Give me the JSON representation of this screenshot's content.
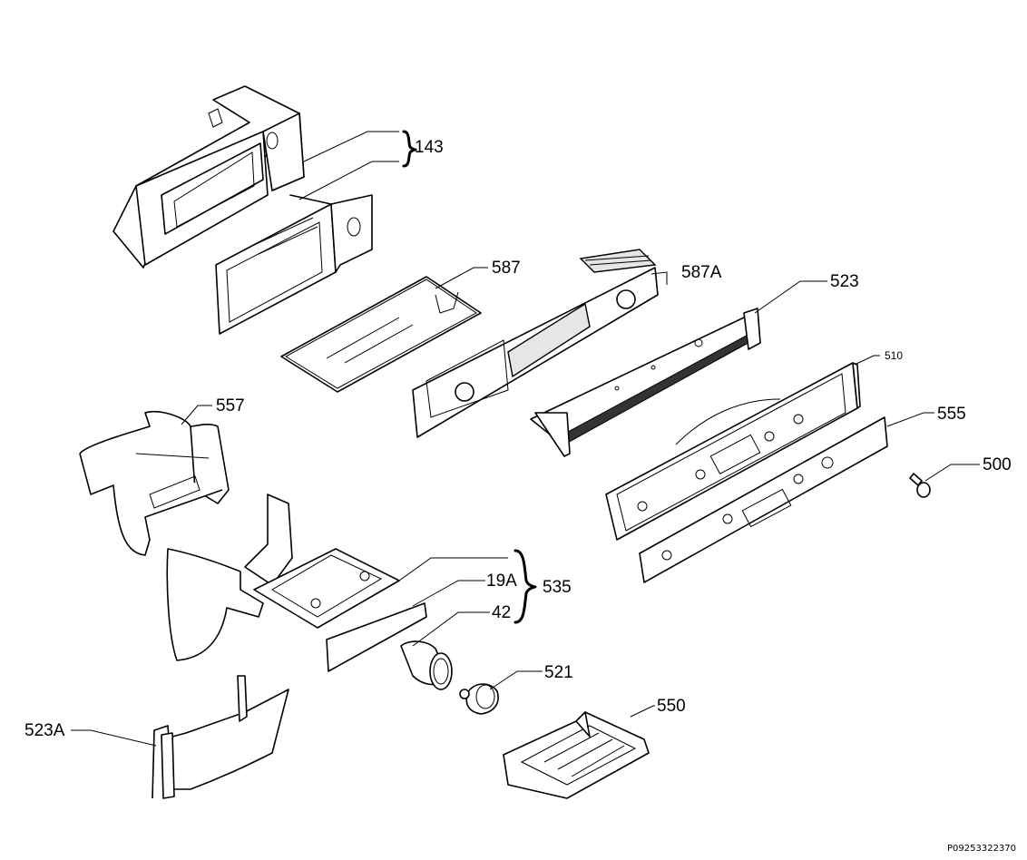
{
  "labels": {
    "l143": "143",
    "l587": "587",
    "l587a": "587A",
    "l523": "523",
    "l510": "510",
    "l557": "557",
    "l555": "555",
    "l500": "500",
    "l19a": "19A",
    "l535": "535",
    "l42": "42",
    "l521": "521",
    "l550": "550",
    "l523a": "523A"
  },
  "document_code": "P09253322370"
}
